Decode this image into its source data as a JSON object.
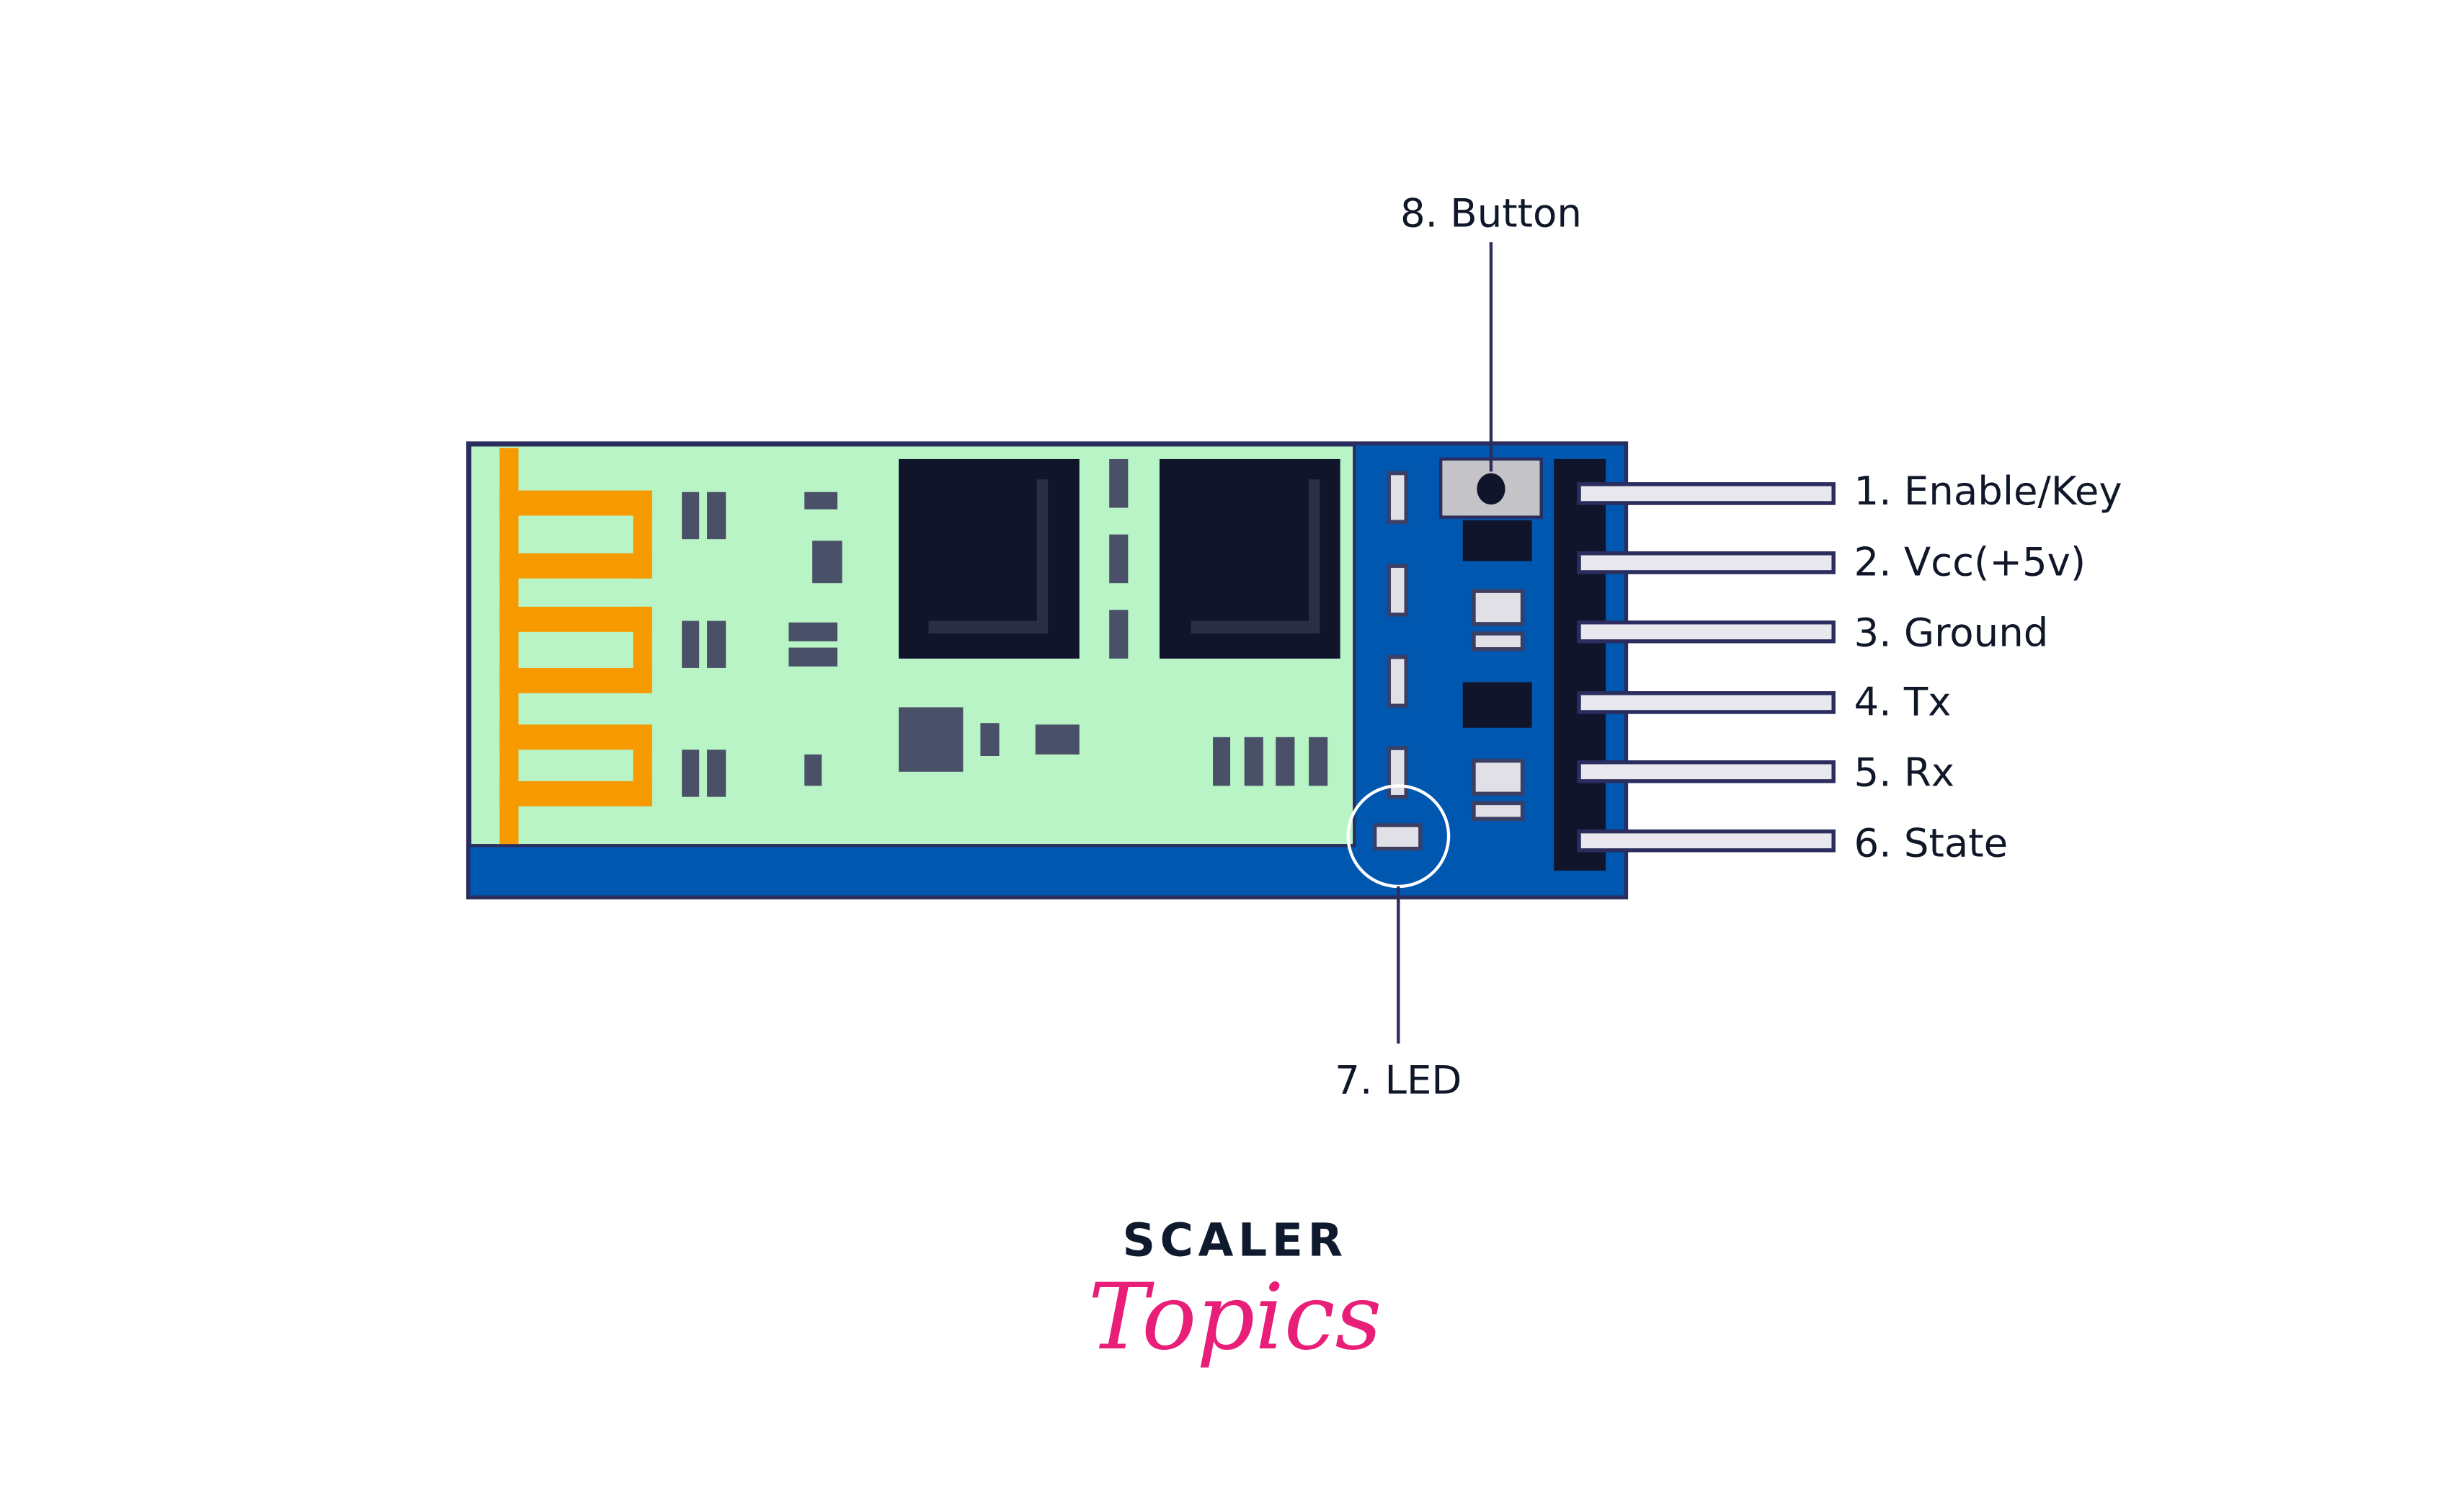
{
  "title": "HC-05 Bluetooth Module Pinout",
  "pins": [
    {
      "label": "1. Enable/Key"
    },
    {
      "label": "2. Vcc(+5v)"
    },
    {
      "label": "3. Ground"
    },
    {
      "label": "4. Tx"
    },
    {
      "label": "5. Rx"
    },
    {
      "label": "6. State"
    }
  ],
  "callouts": {
    "led": "7. LED",
    "button": "8. Button"
  },
  "logo": {
    "line1": "SCALER",
    "line2": "Topics"
  },
  "colors": {
    "board_blue": "#0057b0",
    "module_green": "#b8f4c6",
    "antenna_orange": "#f79a00",
    "chip_dark": "#11152c",
    "component_gray": "#4a5068",
    "logo_pink": "#e91e78"
  }
}
